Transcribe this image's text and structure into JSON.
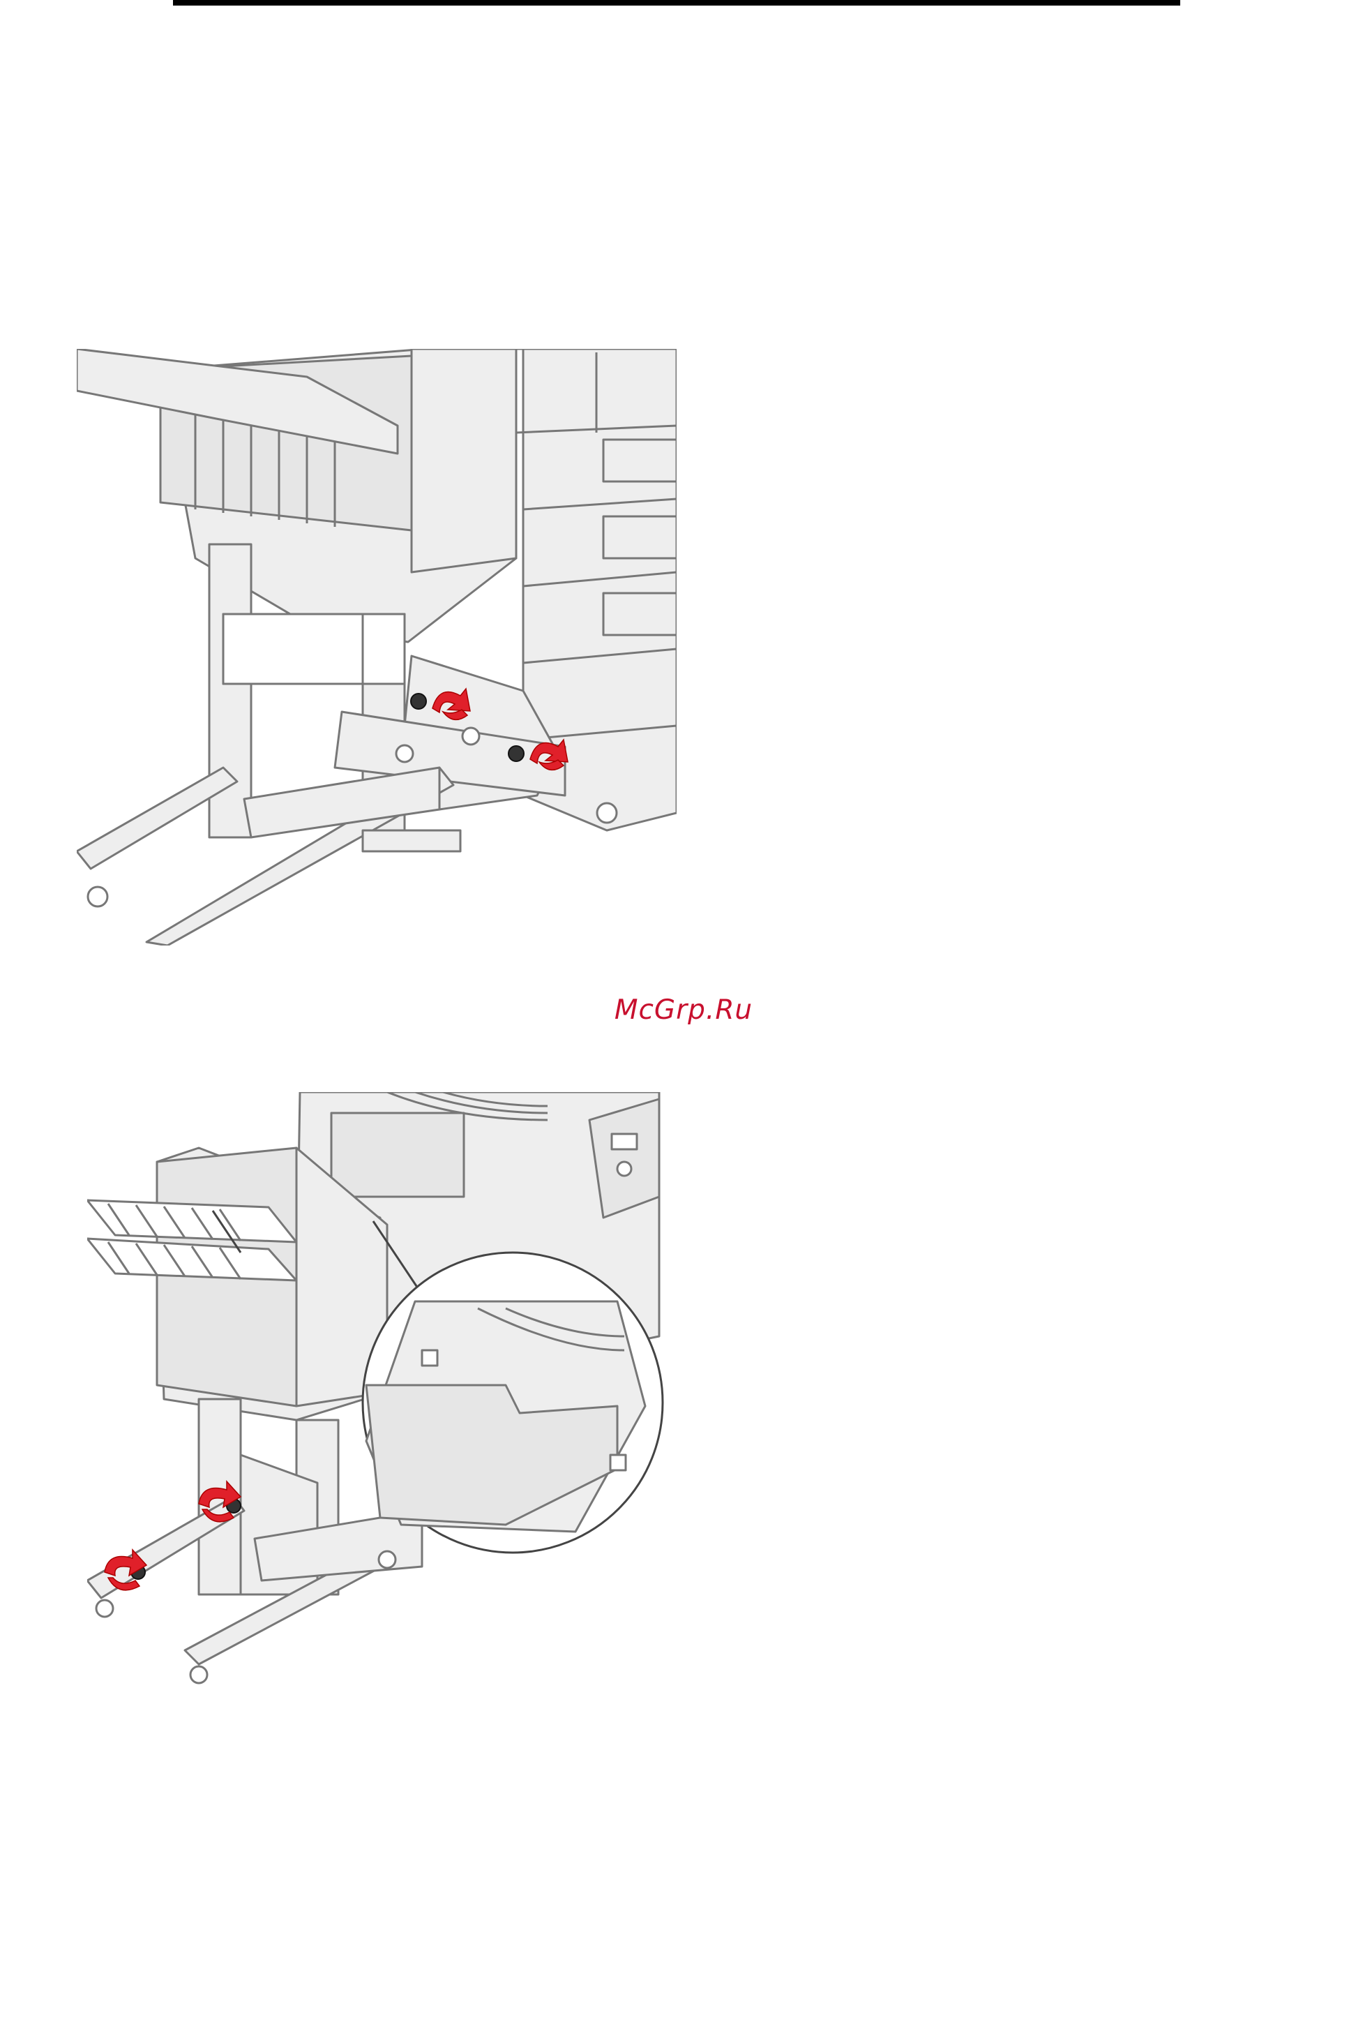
{
  "page": {
    "watermark": "McGrp.Ru"
  },
  "figures": [
    {
      "icon": "finisher-stand-screws-illustration",
      "arrows": "red-rotate-arrows"
    },
    {
      "icon": "finisher-attach-illustration-with-callout",
      "arrows": "red-rotate-arrows"
    }
  ],
  "colors": {
    "line": "#777777",
    "fill": "#eeeeee",
    "fill_dark": "#dcdcdc",
    "accent": "#e0202a",
    "watermark": "#c8102e"
  }
}
